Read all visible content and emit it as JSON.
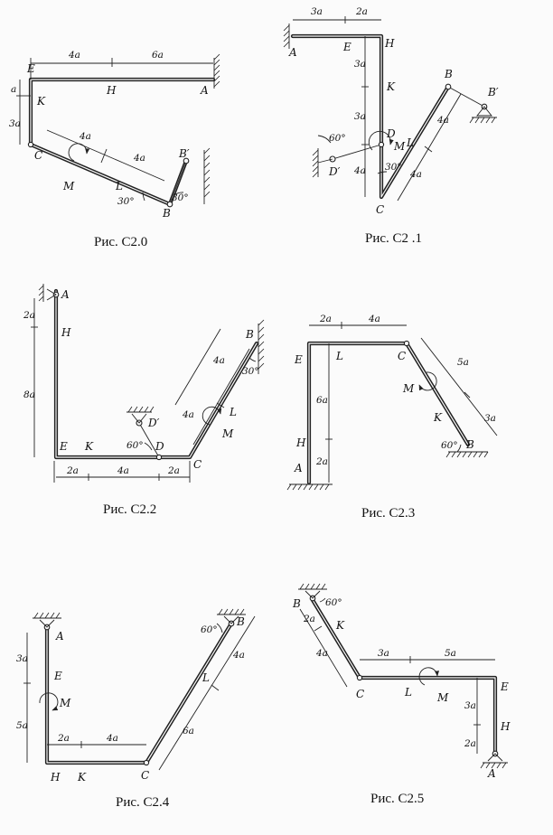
{
  "figures": [
    {
      "caption": "Рис. С2.0",
      "points": {
        "E": "E",
        "K": "K",
        "H": "H",
        "A": "A",
        "C": "C",
        "L": "L",
        "B": "B",
        "B_prime": "B′",
        "M": "M"
      },
      "dims": {
        "d1": "4a",
        "d2": "6a",
        "d3": "a",
        "d4": "3a",
        "d5": "4a",
        "d6": "4a"
      },
      "angles": {
        "a1": "30°",
        "a2": "30°"
      }
    },
    {
      "caption": "Рис. С2 .1",
      "points": {
        "A": "A",
        "E": "E",
        "H": "H",
        "K": "K",
        "D": "D",
        "D_prime": "D′",
        "C": "C",
        "L": "L",
        "B": "B",
        "B_prime": "B′",
        "M": "M"
      },
      "dims": {
        "d1": "3a",
        "d2": "2a",
        "d3": "3a",
        "d4": "3a",
        "d5": "4a",
        "d6": "4a",
        "d7": "4a"
      },
      "angles": {
        "a1": "60°",
        "a2": "30°"
      }
    },
    {
      "caption": "Рис. С2.2",
      "points": {
        "A": "A",
        "H": "H",
        "E": "E",
        "K": "K",
        "D": "D",
        "D_prime": "D′",
        "C": "C",
        "L": "L",
        "B": "B",
        "M": "M"
      },
      "dims": {
        "d1": "2a",
        "d2": "8a",
        "d3": "2a",
        "d4": "4a",
        "d5": "2a",
        "d6": "4a",
        "d7": "4a"
      },
      "angles": {
        "a1": "60°",
        "a2": "30°"
      }
    },
    {
      "caption": "Рис. С2.3",
      "points": {
        "E": "E",
        "L": "L",
        "C": "C",
        "H": "H",
        "A": "A",
        "K": "K",
        "B": "B",
        "M": "M"
      },
      "dims": {
        "d1": "2a",
        "d2": "4a",
        "d3": "6a",
        "d4": "2a",
        "d5": "5a",
        "d6": "3a"
      },
      "angles": {
        "a1": "60°"
      }
    },
    {
      "caption": "Рис. С2.4",
      "points": {
        "A": "A",
        "E": "E",
        "H": "H",
        "K": "K",
        "C": "C",
        "L": "L",
        "B": "B",
        "M": "M"
      },
      "dims": {
        "d1": "3a",
        "d2": "5a",
        "d3": "2a",
        "d4": "4a",
        "d5": "4a",
        "d6": "6a"
      },
      "angles": {
        "a1": "60°"
      }
    },
    {
      "caption": "Рис. С2.5",
      "points": {
        "B": "B",
        "K": "K",
        "C": "C",
        "L": "L",
        "E": "E",
        "H": "H",
        "A": "A",
        "M": "M"
      },
      "dims": {
        "d1": "2a",
        "d2": "4a",
        "d3": "3a",
        "d4": "5a",
        "d5": "3a",
        "d6": "2a"
      },
      "angles": {
        "a1": "60°"
      }
    }
  ]
}
